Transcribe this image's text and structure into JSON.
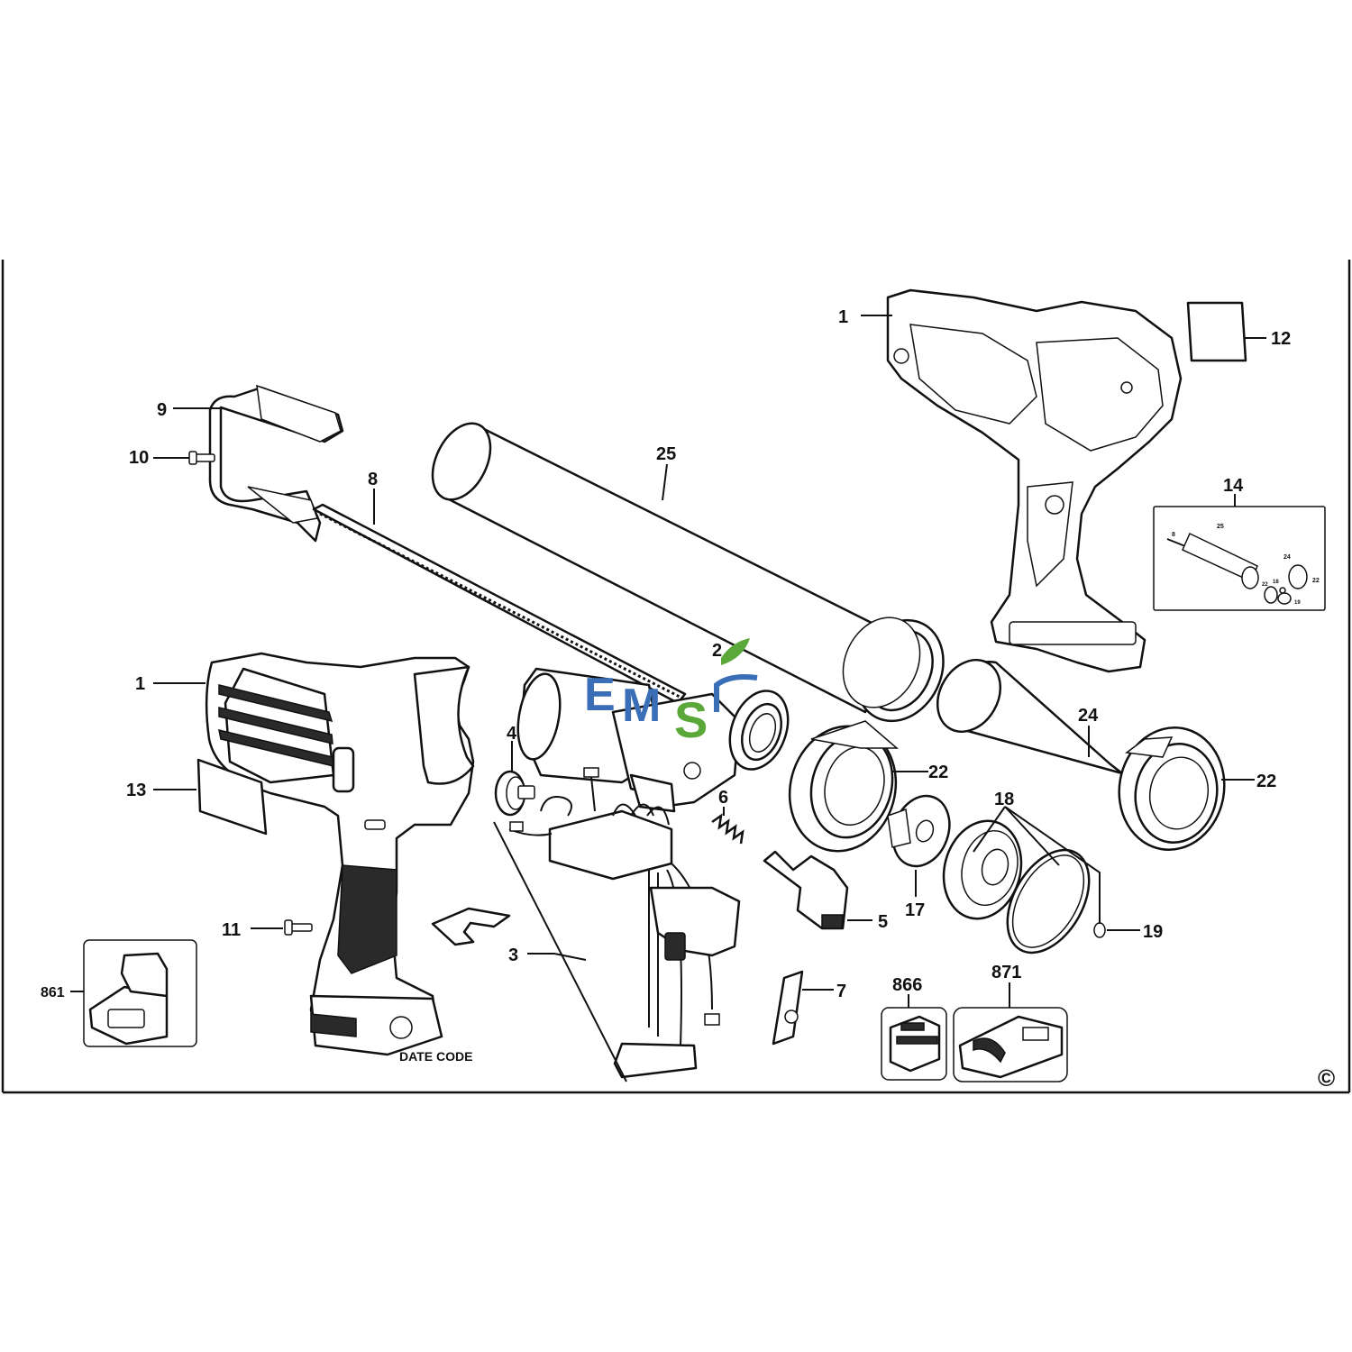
{
  "diagram": {
    "part_labels": {
      "p1_top": "1",
      "p1_left": "1",
      "p2": "2",
      "p3": "3",
      "p4": "4",
      "p5": "5",
      "p6": "6",
      "p7": "7",
      "p8": "8",
      "p9": "9",
      "p10": "10",
      "p11": "11",
      "p12": "12",
      "p13": "13",
      "p14": "14",
      "p17": "17",
      "p18": "18",
      "p19": "19",
      "p22_mid": "22",
      "p22_right": "22",
      "p24": "24",
      "p25": "25",
      "p861": "861",
      "p866": "866",
      "p871": "871"
    },
    "inset_labels": {
      "i8": "8",
      "i25": "25",
      "i24": "24",
      "i22": "22",
      "i23": "22",
      "i18": "18",
      "i19": "19"
    },
    "date_code": "DATE CODE",
    "copyright": "©",
    "watermark": {
      "text_e": "E",
      "text_m": "M",
      "text_s": "S",
      "colors": {
        "blue": "#3a6fb7",
        "green": "#5aa83a"
      }
    }
  }
}
